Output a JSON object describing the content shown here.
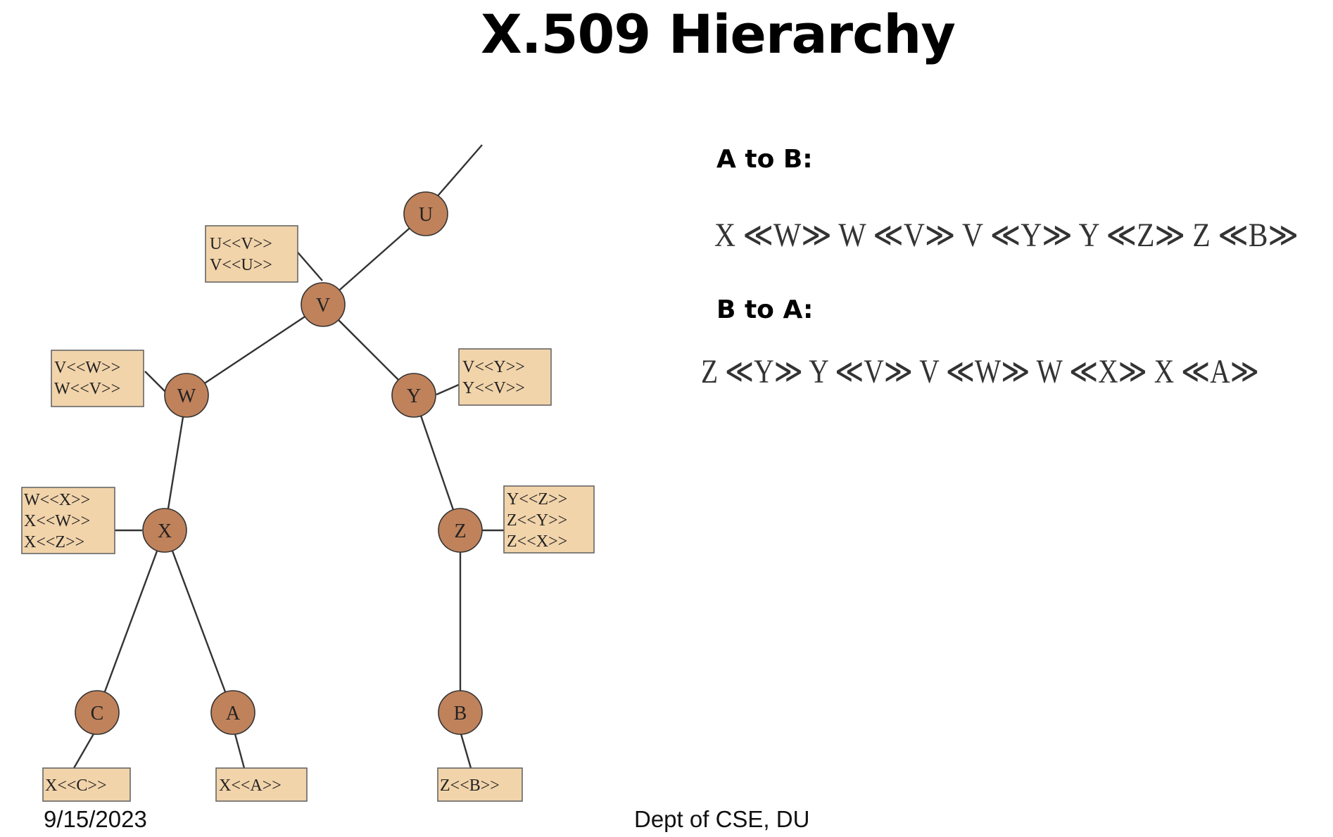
{
  "title": "X.509 Hierarchy",
  "nodes": [
    {
      "id": "U",
      "label": "U"
    },
    {
      "id": "V",
      "label": "V"
    },
    {
      "id": "W",
      "label": "W"
    },
    {
      "id": "Y",
      "label": "Y"
    },
    {
      "id": "X",
      "label": "X"
    },
    {
      "id": "Z",
      "label": "Z"
    },
    {
      "id": "C",
      "label": "C"
    },
    {
      "id": "A",
      "label": "A"
    },
    {
      "id": "B",
      "label": "B"
    }
  ],
  "edges": [
    {
      "from": "U",
      "to": "V"
    },
    {
      "from": "V",
      "to": "W"
    },
    {
      "from": "V",
      "to": "Y"
    },
    {
      "from": "W",
      "to": "X"
    },
    {
      "from": "Y",
      "to": "Z"
    },
    {
      "from": "X",
      "to": "C"
    },
    {
      "from": "X",
      "to": "A"
    },
    {
      "from": "Z",
      "to": "B"
    }
  ],
  "certificates": {
    "U": [
      "U<<V>>",
      "V<<U>>"
    ],
    "W": [
      "V<<W>>",
      "W<<V>>"
    ],
    "Y": [
      "V<<Y>>",
      "Y<<V>>"
    ],
    "X": [
      "W<<X>>",
      "X<<W>>",
      "X<<Z>>"
    ],
    "Z": [
      "Y<<Z>>",
      "Z<<Y>>",
      "Z<<X>>"
    ],
    "C": [
      "X<<C>>"
    ],
    "A": [
      "X<<A>>"
    ],
    "B": [
      "Z<<B>>"
    ]
  },
  "paths": {
    "a_to_b": {
      "heading": "A to B:",
      "chain": "X ≪W≫ W ≪V≫ V ≪Y≫ Y ≪Z≫ Z ≪B≫"
    },
    "b_to_a": {
      "heading": "B to A:",
      "chain": "Z ≪Y≫ Y ≪V≫ V ≪W≫ W ≪X≫ X ≪A≫"
    }
  },
  "footer": {
    "date": "9/15/2023",
    "department": "Dept of CSE, DU"
  },
  "colors": {
    "node_fill": "#c0825b",
    "cert_fill": "#f2d4ab",
    "line": "#333333"
  }
}
